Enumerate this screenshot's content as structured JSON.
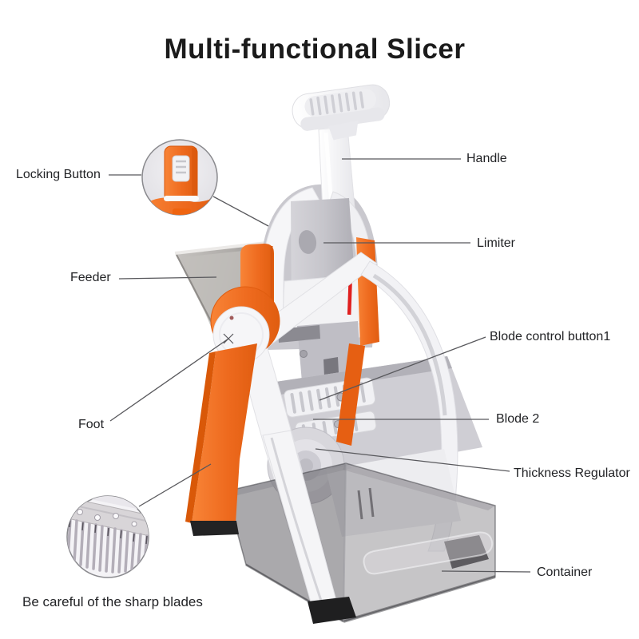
{
  "title": "Multi-functional Slicer",
  "callouts": {
    "locking_button": "Locking Button",
    "handle": "Handle",
    "limiter": "Limiter",
    "feeder": "Feeder",
    "blade_control_button": "Blode control button1",
    "foot": "Foot",
    "blade_2": "Blode 2",
    "thickness_regulator": "Thickness Regulator",
    "container": "Container"
  },
  "warning_note": "Be careful of the sharp blades",
  "insets": [
    {
      "name": "locking-button-closeup",
      "shows": "orange locking button with white slider switch"
    },
    {
      "name": "sharp-blades-closeup",
      "shows": "row of sharp julienne blade teeth"
    }
  ],
  "colors": {
    "accent_orange": "#ee6a1e",
    "accent_orange_dark": "#d95808",
    "plastic_white": "#f5f5f7",
    "body_gray": "#c9c8ce",
    "metal_gray": "#b5b2af",
    "container_gray": "#8f8d93",
    "indicator_red": "#e01f1f",
    "text_dark": "#1f1f1f",
    "leader_line": "#58585c"
  }
}
